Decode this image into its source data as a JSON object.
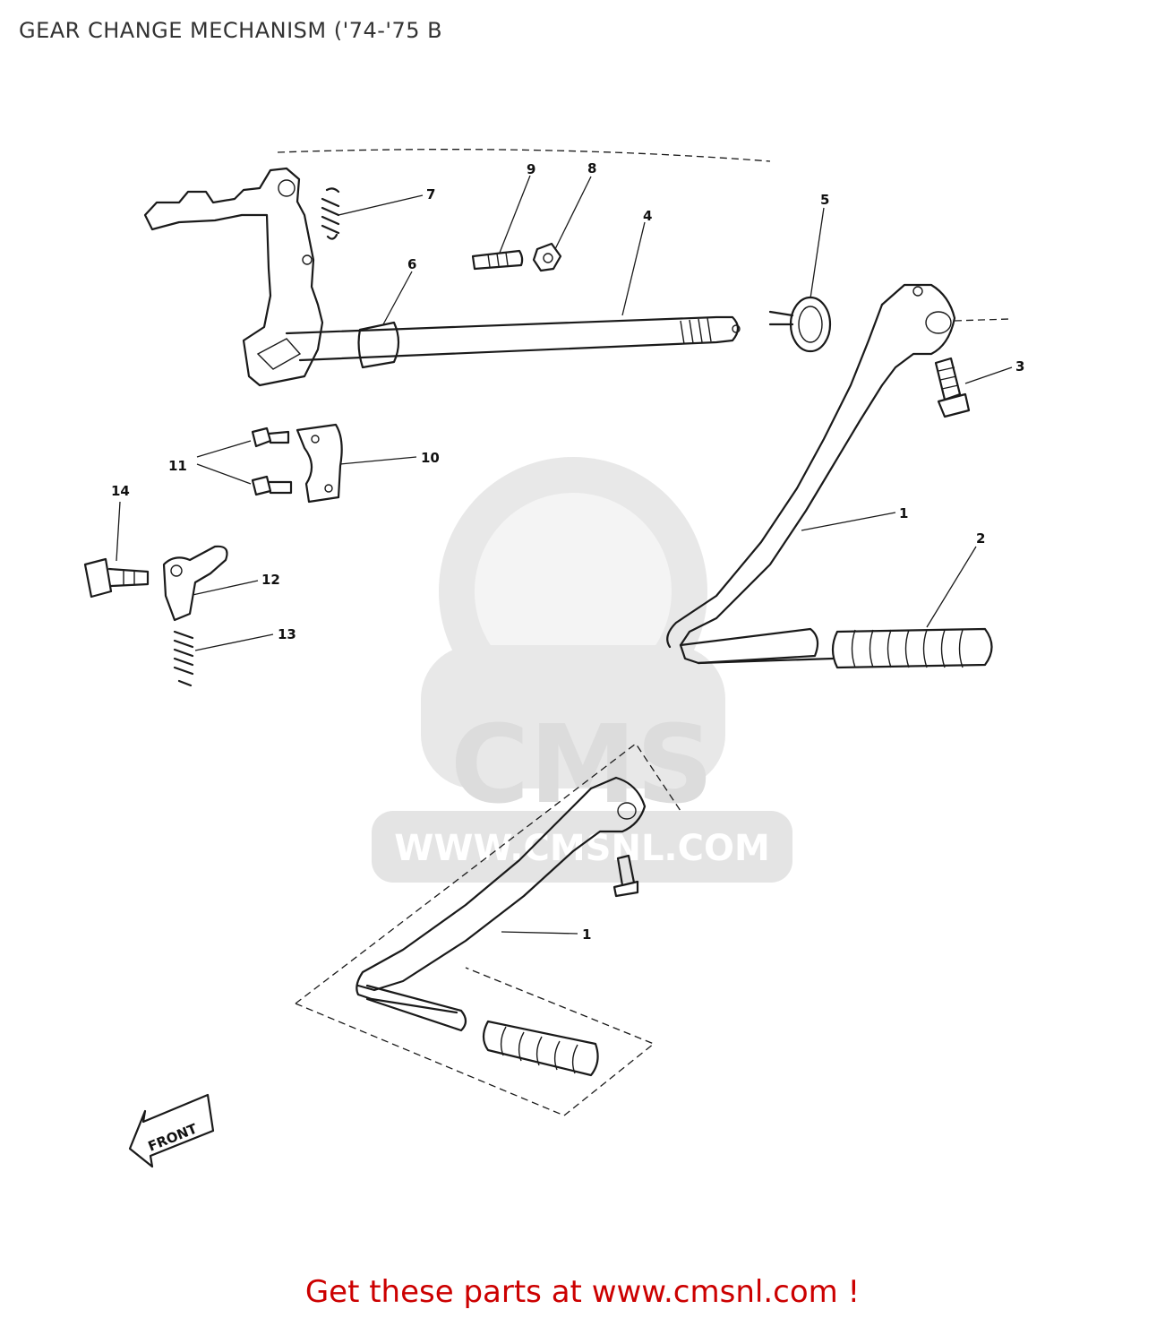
{
  "header": {
    "title": "GEAR CHANGE MECHANISM ('74-'75 B"
  },
  "watermark": {
    "brand": "CMS",
    "url": "WWW.CMSNL.COM"
  },
  "callouts": {
    "c1a": "1",
    "c1b": "1",
    "c2": "2",
    "c3": "3",
    "c4": "4",
    "c5": "5",
    "c6": "6",
    "c7": "7",
    "c8": "8",
    "c9": "9",
    "c10": "10",
    "c11": "11",
    "c12": "12",
    "c13": "13",
    "c14": "14"
  },
  "front_arrow": {
    "label": "FRONT"
  },
  "footer": {
    "prefix": "Get these parts at ",
    "link": "www.cmsnl.com",
    "suffix": " !",
    "color": "#cc0000"
  },
  "colors": {
    "line": "#1a1a1a",
    "watermark": "#e6e6e6",
    "footer": "#cc0000"
  }
}
